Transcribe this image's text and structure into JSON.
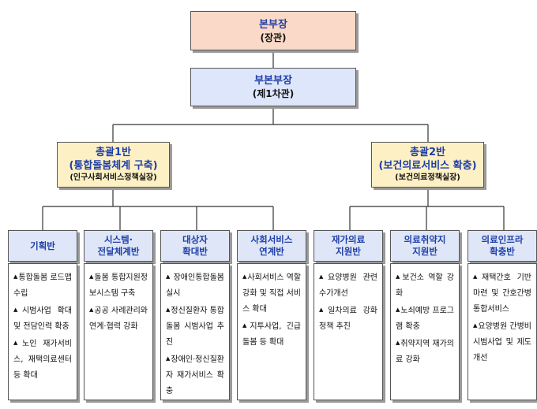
{
  "top": {
    "line1": "본부장",
    "line2": "(장관)"
  },
  "vice": {
    "line1": "부본부장",
    "line2": "(제1차관)"
  },
  "depts": [
    {
      "line1": "총괄1반",
      "line2": "(통합돌봄체계 구축)",
      "line3": "(인구사회서비스정책실장)"
    },
    {
      "line1": "총괄2반",
      "line2": "(보건의료서비스 확충)",
      "line3": "(보건의료정책실장)"
    }
  ],
  "teams": [
    {
      "title": "기획반",
      "items": [
        "통합돌봄 로드맵 수립",
        "시범사업 확대 및 전담인력 확충",
        "노인 재가서비스, 재택의료센터 등 확대"
      ]
    },
    {
      "title": "시스템·\n전달체계반",
      "items": [
        "돌봄 통합지원정보시스템 구축",
        "공공 사례관리와 연계·협력 강화"
      ]
    },
    {
      "title": "대상자\n확대반",
      "items": [
        "장애인통합돌봄 실시",
        "정신질환자 통합돌봄 시범사업 추진",
        "장애인·정신질환자 재가서비스 확충"
      ]
    },
    {
      "title": "사회서비스\n연계반",
      "items": [
        "사회서비스 역할 강화 및 직접 서비스 확대",
        "지투사업, 긴급돌봄 등 확대"
      ]
    },
    {
      "title": "재가의료\n지원반",
      "items": [
        "요양병원 관련 수가개선",
        "일차의료 강화 정책 추진"
      ]
    },
    {
      "title": "의료취약지\n지원반",
      "items": [
        "보건소 역할 강화",
        "노쇠예방 프로그램 확충",
        "취약지역 재가의료 강화"
      ]
    },
    {
      "title": "의료인프라\n확충반",
      "items": [
        "재택간호 기반 마련 및 간호간병 통합서비스",
        "요양병원 간병비 시범사업 및 제도개선"
      ]
    }
  ],
  "bullet_symbol": "▲"
}
